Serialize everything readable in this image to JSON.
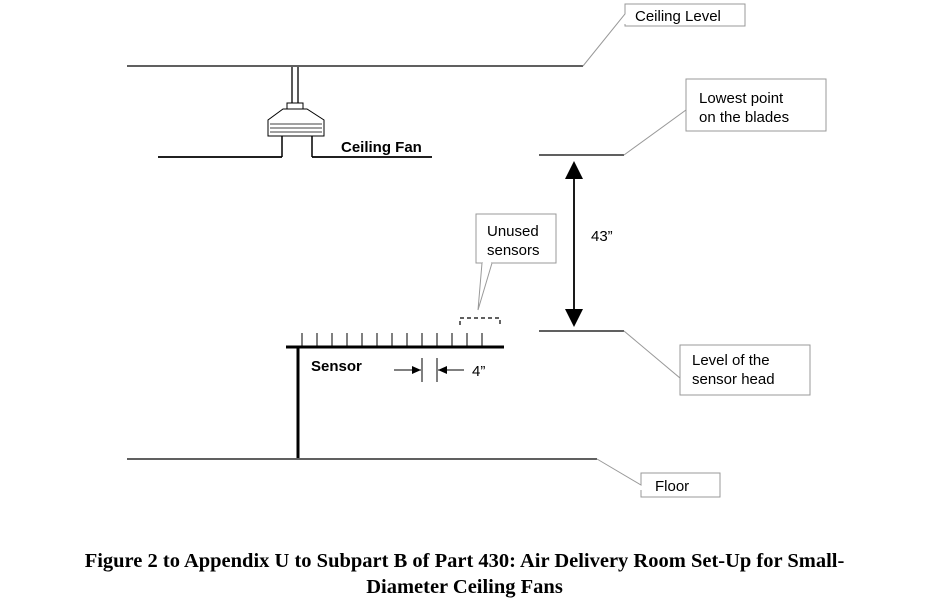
{
  "diagram": {
    "callouts": {
      "ceiling_level": "Ceiling Level",
      "lowest_point": [
        "Lowest point",
        "on the blades"
      ],
      "unused_sensors": [
        "Unused",
        "sensors"
      ],
      "sensor_head": [
        "Level of the",
        "sensor head"
      ],
      "floor": "Floor"
    },
    "labels": {
      "ceiling_fan": "Ceiling Fan",
      "sensor": "Sensor",
      "height": "43”",
      "spacing": "4”"
    }
  },
  "caption": {
    "line1": "Figure 2 to Appendix U to Subpart B of Part 430: Air Delivery Room Set-Up for Small-",
    "line2": "Diameter Ceiling Fans"
  }
}
